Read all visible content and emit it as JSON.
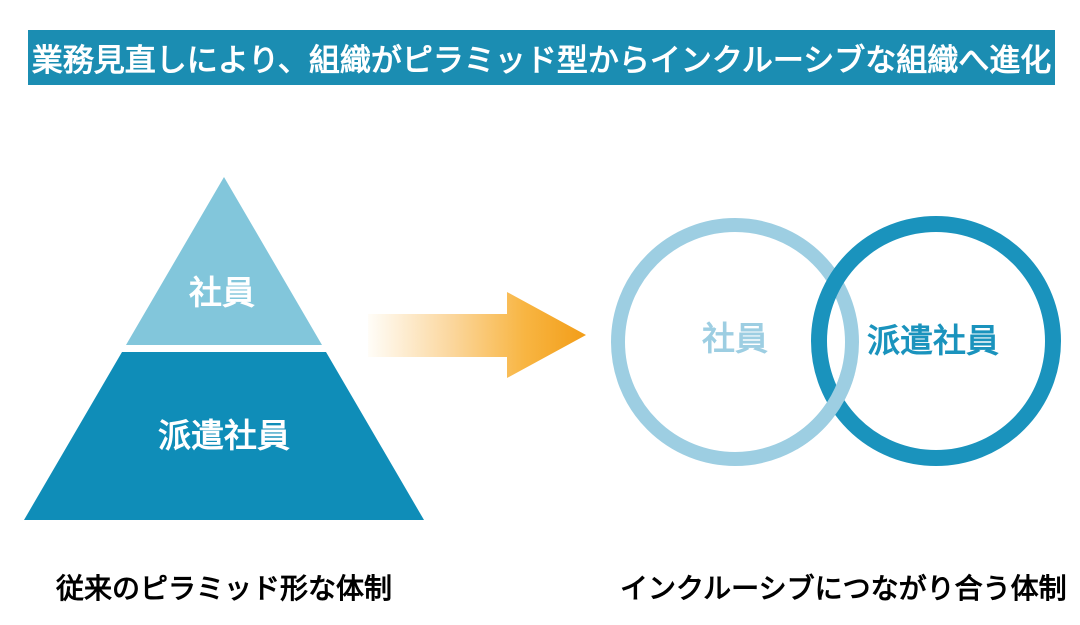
{
  "header": {
    "title": "業務見直しにより、組織がピラミッド型からインクルーシブな組織へ進化",
    "bg_color": "#1b8db2",
    "text_color": "#ffffff"
  },
  "pyramid": {
    "top_label": "社員",
    "bottom_label": "派遣社員",
    "top_color": "#82c6db",
    "bottom_color": "#0f8db8",
    "label_color": "#ffffff",
    "caption": "従来のピラミッド形な体制"
  },
  "arrow": {
    "stops": [
      "#fffdf8",
      "#fbd79e",
      "#f8b542",
      "#f29d18"
    ]
  },
  "circles": {
    "left_label": "社員",
    "right_label": "派遣社員",
    "left_color": "#9dcee2",
    "right_color": "#1a93bd",
    "caption": "インクルーシブにつながり合う体制"
  }
}
